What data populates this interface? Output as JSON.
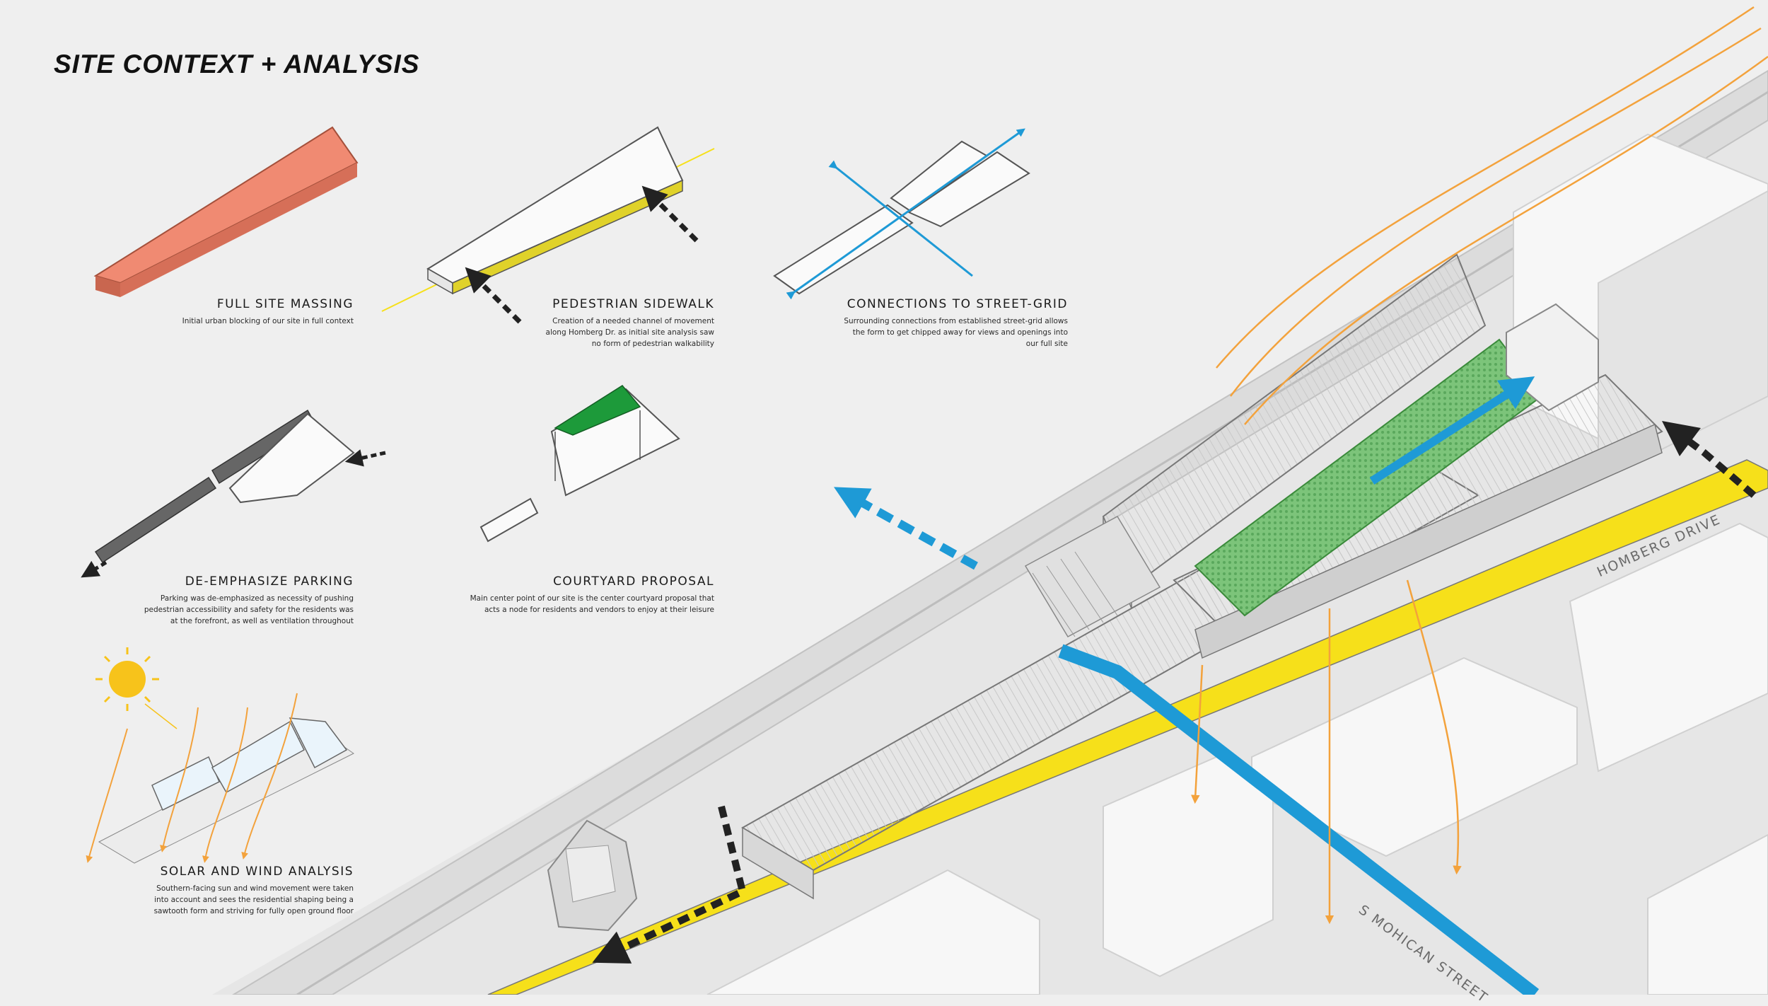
{
  "title": "SITE CONTEXT + ANALYSIS",
  "panels": [
    {
      "heading": "FULL SITE MASSING",
      "body": "Initial urban blocking of our site in full context"
    },
    {
      "heading": "PEDESTRIAN SIDEWALK",
      "body": "Creation of a needed channel of movement along Homberg Dr. as initial site analysis saw no form of pedestrian walkability"
    },
    {
      "heading": "CONNECTIONS TO STREET-GRID",
      "body": "Surrounding connections from established street-grid allows the form to get chipped away for views and openings into our full site"
    },
    {
      "heading": "DE-EMPHASIZE PARKING",
      "body": "Parking was de-emphasized as necessity of pushing pedestrian accessibility and safety for the residents was at the forefront, as well as ventilation throughout"
    },
    {
      "heading": "COURTYARD PROPOSAL",
      "body": "Main center point of our site is the center courtyard proposal that acts a node for residents and vendors to enjoy at their leisure"
    },
    {
      "heading": "SOLAR AND WIND ANALYSIS",
      "body": "Southern-facing sun and wind movement were taken into account and sees the residential shaping being a sawtooth form and striving for fully open ground floor"
    }
  ],
  "streets": {
    "east": "HOMBERG DRIVE",
    "south": "S MOHICAN STREET"
  },
  "colors": {
    "massing": "#f08a72",
    "sidewalk": "#f6e01a",
    "connection": "#1e9ad6",
    "wind": "#f3a23c",
    "courtyard": "#1d9a3a",
    "sun": "#f7c31b",
    "building": "#ffffff",
    "dark": "#555555"
  }
}
